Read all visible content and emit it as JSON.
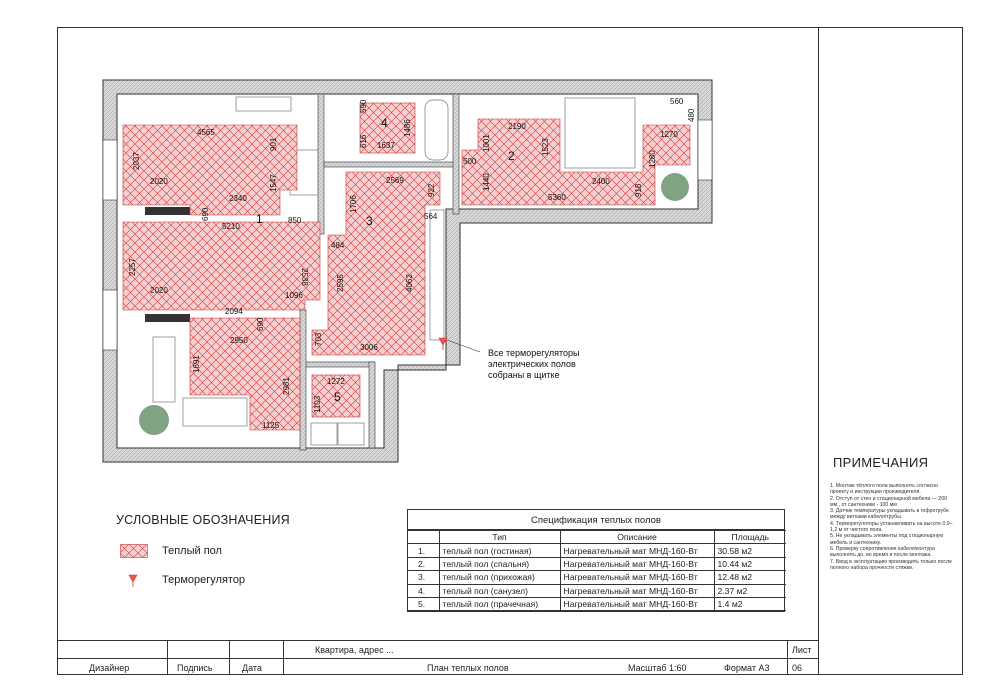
{
  "rooms": [
    {
      "number": "1"
    },
    {
      "number": "2"
    },
    {
      "number": "3"
    },
    {
      "number": "4"
    },
    {
      "number": "5"
    }
  ],
  "dimensions": {
    "living_top": "4565",
    "living_left_top": "2037",
    "living_901": "901",
    "living_1547": "1547",
    "living_2020_a": "2020",
    "living_2340": "2340",
    "living_690_a": "690",
    "living_5210": "5210",
    "living_850": "850",
    "living_2257": "2257",
    "living_2538": "2538",
    "living_2020_b": "2020",
    "living_1096": "1096",
    "living_2094": "2094",
    "living_690_b": "690",
    "living_2950": "2950",
    "living_1691": "1691",
    "living_2981": "2981",
    "living_1125": "1125",
    "bath_590": "590",
    "bath_616": "616",
    "bath_1486": "1486",
    "bath_1637": "1637",
    "hall_2569": "2569",
    "hall_922": "922",
    "hall_1706": "1706",
    "hall_564": "564",
    "hall_484": "484",
    "hall_2595": "2595",
    "hall_4062": "4062",
    "hall_703": "703",
    "hall_3006": "3006",
    "bed_2190": "2190",
    "bed_1001": "1001",
    "bed_1523": "1523",
    "bed_500": "500",
    "bed_1440": "1440",
    "bed_2400": "2400",
    "bed_918": "918",
    "bed_5360": "5360",
    "bed_560": "560",
    "bed_480": "480",
    "bed_1270": "1270",
    "bed_1280": "1280",
    "laundry_1272": "1272",
    "laundry_1103": "1103"
  },
  "callout": {
    "line1": "Все терморегуляторы",
    "line2": "электрических полов",
    "line3": "собраны в щитке"
  },
  "legend": {
    "title": "УСЛОВНЫЕ ОБОЗНАЧЕНИЯ",
    "warm_floor": "Теплый пол",
    "thermostat": "Терморегулятор"
  },
  "spec": {
    "title": "Спецификация теплых полов",
    "headers": [
      "",
      "Тип",
      "Описание",
      "Площадь"
    ],
    "rows": [
      {
        "n": "1.",
        "type": "теплый пол (гостиная)",
        "desc": "Нагревательный мат МНД-160-Вт",
        "area": "30.58 м2"
      },
      {
        "n": "2.",
        "type": "теплый пол (спальня)",
        "desc": "Нагревательный мат МНД-160-Вт",
        "area": "10.44 м2"
      },
      {
        "n": "3.",
        "type": "теплый пол (прихожая)",
        "desc": "Нагревательный мат МНД-160-Вт",
        "area": "12.48 м2"
      },
      {
        "n": "4.",
        "type": "теплый пол (санузел)",
        "desc": "Нагревательный мат МНД-160-Вт",
        "area": "2.37 м2"
      },
      {
        "n": "5.",
        "type": "теплый пол (прачечная)",
        "desc": "Нагревательный мат МНД-160-Вт",
        "area": "1.4 м2"
      }
    ]
  },
  "notes": {
    "title": "ПРИМЕЧАНИЯ",
    "items": [
      "1. Монтаж тёплого пола выполнять согласно проекту и инструкции производителя.",
      "2. Отступ от стен и стационарной мебели — 200 мм., от сантехники - 100 мм",
      "3. Датчик температуры укладывать в гофротрубе между витками кабеля/трубы.",
      "4. Терморегуляторы устанавливать на высоте 0,9–1,2 м от чистого пола.",
      "5. Не укладывать элементы под стационарную мебель и сантехнику.",
      "6. Проверку сопротивления кабеля/контура выполнять до, во время и после монтажа.",
      "7. Ввод в эксплуатацию производить только после полного набора прочности стяжки."
    ]
  },
  "stamp": {
    "address": "Квартира, адрес ...",
    "designer": "Дизайнер",
    "signature": "Подпись",
    "date": "Дата",
    "drawing_title": "План теплых полов",
    "scale": "Масштаб 1:60",
    "format": "Формат А3",
    "sheet_label": "Лист",
    "sheet_number": "06"
  },
  "colors": {
    "hatch_fill": "#f6cfd0",
    "hatch_line": "#d43a3a",
    "wall": "#cfcfcf"
  }
}
